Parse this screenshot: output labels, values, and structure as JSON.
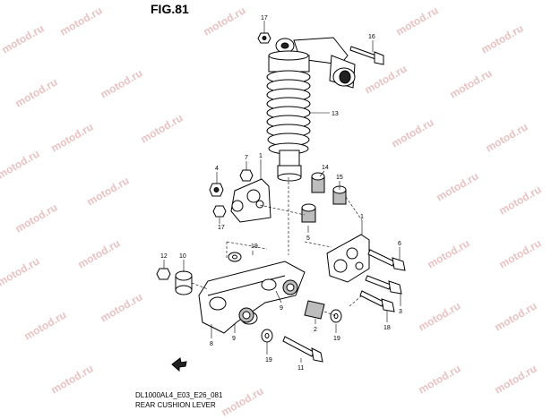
{
  "figure": {
    "title": "FIG.81",
    "code": "DL1000AL4_E03_E26_081",
    "caption": "REAR CUSHION LEVER"
  },
  "watermark": {
    "text": "motod.ru"
  },
  "callouts": {
    "c1": "1",
    "c2": "2",
    "c3": "3",
    "c4": "4",
    "c5": "5",
    "c6": "6",
    "c7": "7",
    "c8": "8",
    "c9a": "9",
    "c9b": "9",
    "c10": "10",
    "c11": "11",
    "c12": "12",
    "c13": "13",
    "c14": "14",
    "c15": "15",
    "c16": "16",
    "c17a": "17",
    "c17b": "17",
    "c18": "18",
    "c19a": "19",
    "c19b": "19",
    "c19c": "19"
  },
  "colors": {
    "line": "#000000",
    "watermark": "#e9c2c2",
    "background": "#ffffff"
  }
}
